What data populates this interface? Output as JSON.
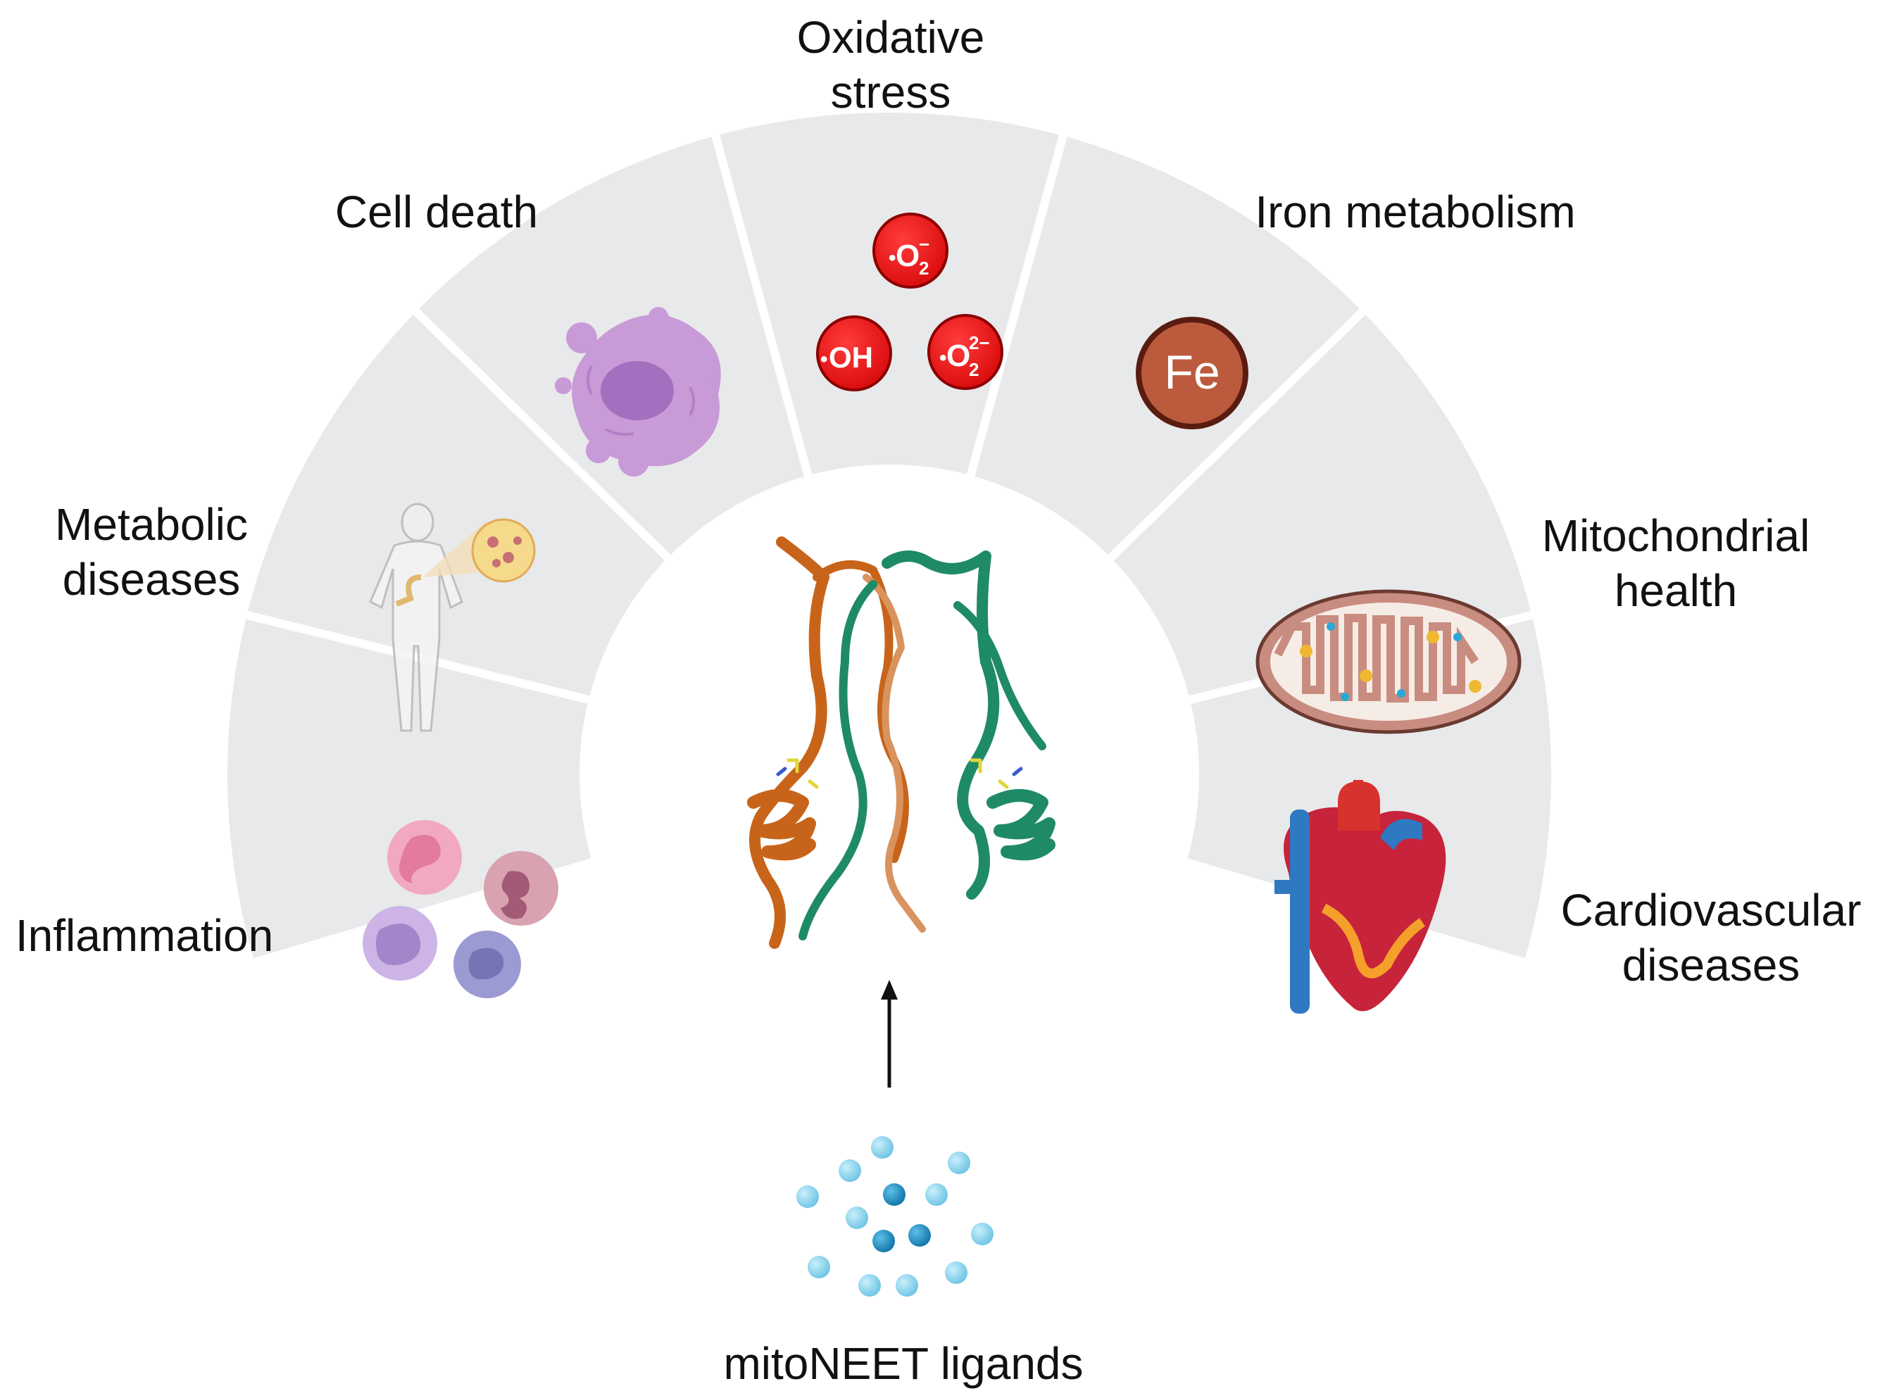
{
  "segments": [
    {
      "id": "inflammation",
      "lines": [
        "Inflammation"
      ],
      "icon": "immune-cells-icon"
    },
    {
      "id": "metabolic",
      "lines": [
        "Metabolic",
        "diseases"
      ],
      "icon": "human-body-adipose-icon"
    },
    {
      "id": "cell-death",
      "lines": [
        "Cell death"
      ],
      "icon": "apoptotic-cell-icon"
    },
    {
      "id": "oxidative",
      "lines": [
        "Oxidative",
        "stress"
      ],
      "icon": "reactive-oxygen-species-icon"
    },
    {
      "id": "iron",
      "lines": [
        "Iron metabolism"
      ],
      "icon": "iron-atom-icon"
    },
    {
      "id": "mito",
      "lines": [
        "Mitochondrial",
        "health"
      ],
      "icon": "mitochondrion-icon"
    },
    {
      "id": "cardio",
      "lines": [
        "Cardiovascular",
        "diseases"
      ],
      "icon": "heart-icon"
    }
  ],
  "ros": {
    "superoxide": "O",
    "superoxide_sub": "2",
    "superoxide_sup": "−",
    "hydroxyl": "OH",
    "peroxide": "O",
    "peroxide_sub": "2",
    "peroxide_sup": "2−",
    "radical_dot": "•"
  },
  "iron_symbol": "Fe",
  "center": {
    "icon": "mitoneet-protein-structure-icon"
  },
  "ligands_label": "mitoNEET ligands",
  "colors": {
    "segment": "#e8e9ea",
    "ros": "#e01014",
    "iron": "#b9573a",
    "chain_a": "#c8641a",
    "chain_b": "#1f8a68",
    "ligand_light": "#8ad2ec",
    "ligand_dark": "#1a86b8"
  }
}
